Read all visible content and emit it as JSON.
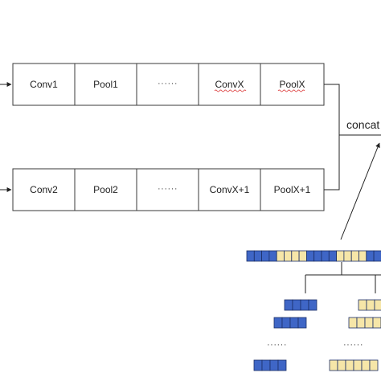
{
  "diagram": {
    "row1": {
      "cells": [
        "Conv1",
        "Pool1",
        "······",
        "ConvX",
        "PoolX"
      ]
    },
    "row2": {
      "cells": [
        "Conv2",
        "Pool2",
        "······",
        "ConvX+1",
        "PoolX+1"
      ]
    },
    "concat_label": "concat",
    "ellipsis_left": "······",
    "ellipsis_right": "······",
    "colors": {
      "blue": "#3f66c6",
      "yellow": "#f6e6a8",
      "line": "#222222"
    },
    "feature_vector": [
      "blue",
      "blue",
      "blue",
      "blue",
      "yellow",
      "yellow",
      "yellow",
      "yellow",
      "blue",
      "blue",
      "blue",
      "blue",
      "yellow",
      "yellow",
      "yellow",
      "yellow",
      "blue",
      "blue",
      "blue",
      "blue"
    ]
  }
}
